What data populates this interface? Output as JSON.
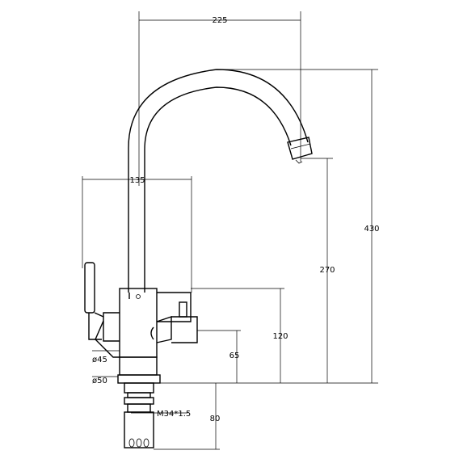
{
  "dimensions": {
    "spout_reach": "225",
    "total_height": "430",
    "spout_height": "270",
    "handle_span": "135",
    "body_height": "120",
    "base_height": "65",
    "body_diameter": "ø45",
    "base_diameter": "ø50",
    "thread": "M34*1.5",
    "shank_length": "80"
  }
}
